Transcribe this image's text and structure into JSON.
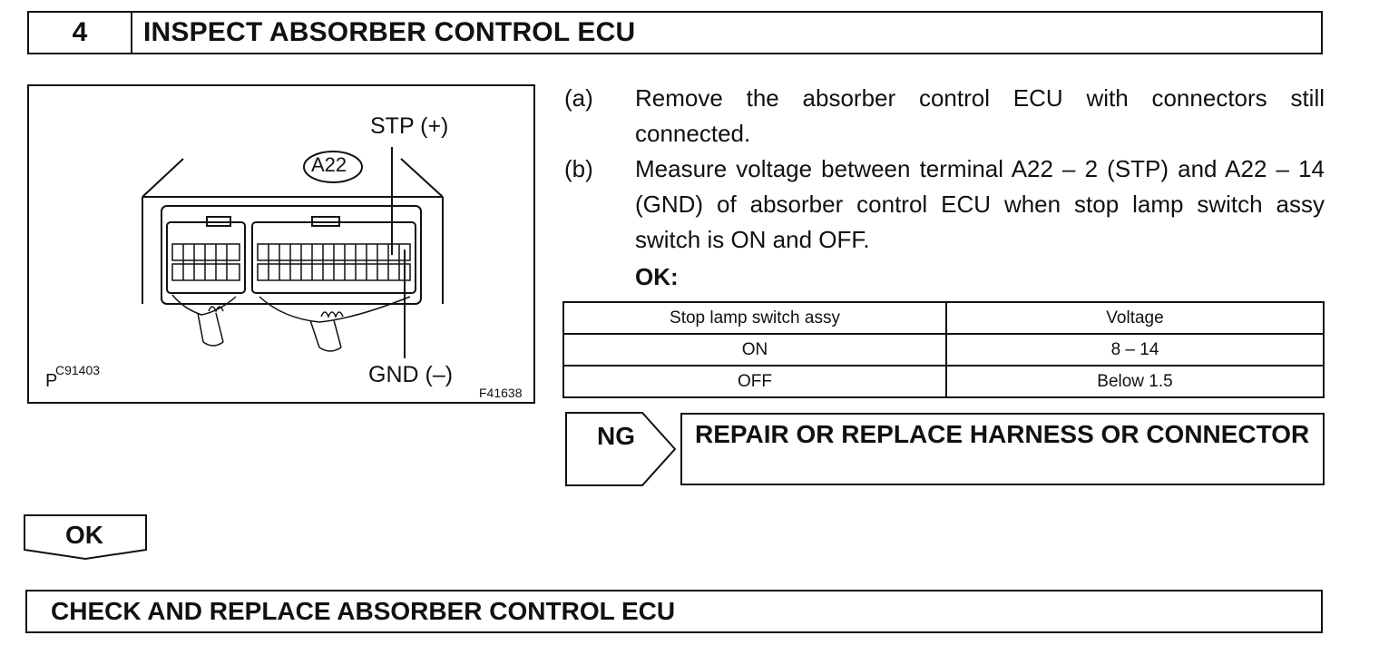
{
  "step": {
    "number": "4",
    "title": "INSPECT ABSORBER CONTROL ECU"
  },
  "figure": {
    "connector_id": "A22",
    "stp_label": "STP (+)",
    "gnd_label": "GND (–)",
    "code_left": "C91403",
    "code_left_prefix": "P",
    "code_right": "F41638"
  },
  "instructions": [
    {
      "label": "(a)",
      "text": "Remove the absorber control ECU with connectors still connected."
    },
    {
      "label": "(b)",
      "text": "Measure voltage between terminal A22 – 2 (STP) and A22 – 14 (GND) of absorber control ECU when stop lamp switch assy switch is ON and OFF."
    }
  ],
  "ok_label": "OK:",
  "table": {
    "headers": [
      "Stop lamp switch assy",
      "Voltage"
    ],
    "rows": [
      [
        "ON",
        "8 – 14"
      ],
      [
        "OFF",
        "Below 1.5"
      ]
    ]
  },
  "ng": {
    "label": "NG",
    "action": "REPAIR OR REPLACE HARNESS OR CONNECTOR"
  },
  "ok_flow": {
    "label": "OK"
  },
  "final_action": "CHECK AND REPLACE ABSORBER CONTROL ECU"
}
